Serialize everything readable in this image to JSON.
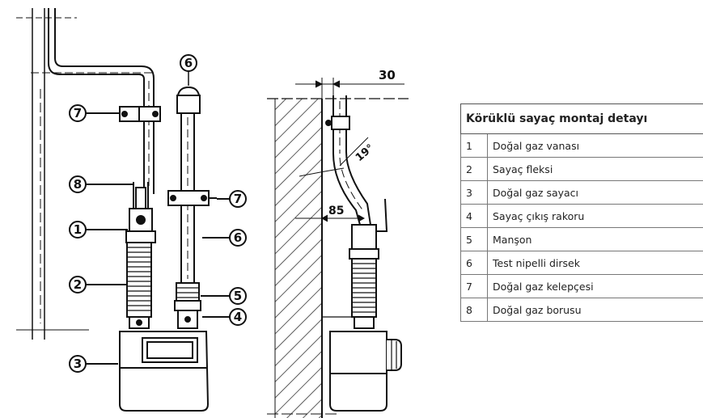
{
  "legend": {
    "title": "Körüklü sayaç montaj detayı",
    "items": [
      {
        "no": "1",
        "label": "Doğal gaz vanası"
      },
      {
        "no": "2",
        "label": "Sayaç fleksi"
      },
      {
        "no": "3",
        "label": "Doğal gaz sayacı"
      },
      {
        "no": "4",
        "label": "Sayaç çıkış rakoru"
      },
      {
        "no": "5",
        "label": "Manşon"
      },
      {
        "no": "6",
        "label": "Test nipelli dirsek"
      },
      {
        "no": "7",
        "label": "Doğal gaz kelepçesi"
      },
      {
        "no": "8",
        "label": "Doğal gaz borusu"
      }
    ]
  },
  "callouts": {
    "c1": "1",
    "c2": "2",
    "c3": "3",
    "c4": "4",
    "c5": "5",
    "c6_top": "6",
    "c6_side": "6",
    "c7_left": "7",
    "c7_right": "7",
    "c8": "8"
  },
  "dimensions": {
    "offset": "30",
    "angle": "19°",
    "spacing": "85"
  }
}
